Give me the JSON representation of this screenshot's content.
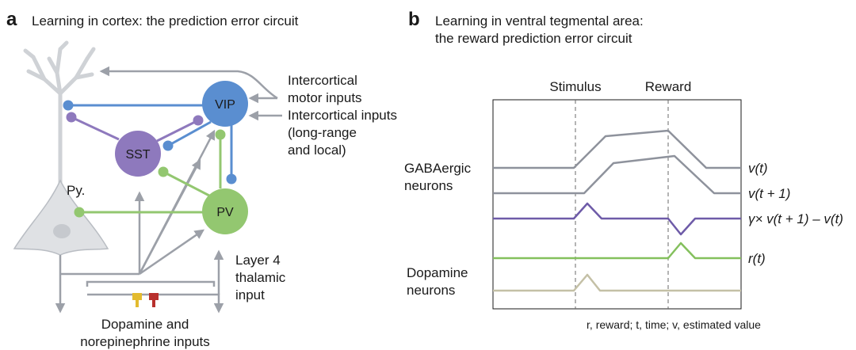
{
  "panel_a": {
    "letter": "a",
    "title": "Learning in cortex: the prediction error circuit",
    "cells": {
      "vip": "VIP",
      "sst": "SST",
      "pv": "PV",
      "py": "Py."
    },
    "inputs": {
      "motor_line1": "Intercortical",
      "motor_line2": "motor inputs",
      "inter_line1": "Intercortical inputs",
      "inter_line2": "(long-range",
      "inter_line3": "and local)",
      "thal_line1": "Layer 4",
      "thal_line2": "thalamic",
      "thal_line3": "input",
      "dopa_line1": "Dopamine and",
      "dopa_line2": "norepinephrine inputs"
    },
    "colors": {
      "neuron": "#dfe1e4",
      "neuron_edge": "#b9bdc3",
      "vip": "#5a8ed0",
      "sst": "#8e79bd",
      "pv": "#93c770",
      "axon": "#9ca0a8",
      "dopamine": "#e3bb2f",
      "norepinephrine": "#b8302d"
    }
  },
  "panel_b": {
    "letter": "b",
    "title_line1": "Learning in ventral tegmental area:",
    "title_line2": "the reward prediction error circuit",
    "stimulus": "Stimulus",
    "reward": "Reward",
    "group1_line1": "GABAergic",
    "group1_line2": "neurons",
    "group2_line1": "Dopamine",
    "group2_line2": "neurons",
    "traces": {
      "v_t": {
        "label": "v(t)",
        "color": "#8e929c"
      },
      "v_t1": {
        "label": "v(t + 1)",
        "color": "#8e929c"
      },
      "rpe": {
        "label": "γ× v(t + 1) – v(t)",
        "color": "#6e5ba8"
      },
      "r_t": {
        "label": "r(t)",
        "color": "#84c05d"
      },
      "dopa": {
        "label": "",
        "color": "#c4c0a6"
      }
    },
    "footnote": "r, reward; t, time; v, estimated value"
  }
}
